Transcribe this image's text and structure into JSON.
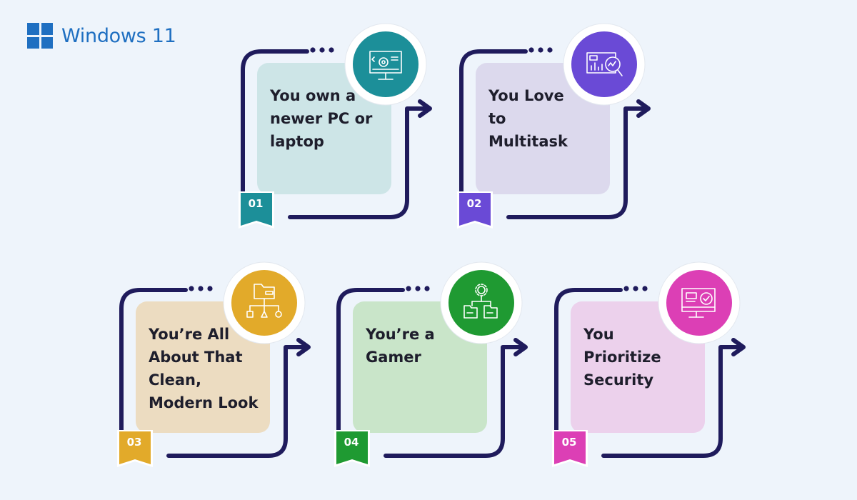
{
  "logo": {
    "text": "Windows 11",
    "color": "#1f6fc1",
    "icon": "windows-logo-icon"
  },
  "frame_color": "#1f1b5c",
  "cards": [
    {
      "number": "01",
      "text": "You own a\nnewer PC or\nlaptop",
      "panel_color": "#cde5e7",
      "accent": "#1c8f99",
      "icon": "presentation-screen-icon"
    },
    {
      "number": "02",
      "text": "You Love\nto\nMultitask",
      "panel_color": "#dcd9ed",
      "accent": "#6a4ad6",
      "icon": "analytics-chart-icon"
    },
    {
      "number": "03",
      "text": "You’re All\nAbout That\nClean,\nModern Look",
      "panel_color": "#ecdcc1",
      "accent": "#e2aa2a",
      "icon": "folder-hierarchy-icon"
    },
    {
      "number": "04",
      "text": "You’re a\nGamer",
      "panel_color": "#c9e5c9",
      "accent": "#1f9a32",
      "icon": "gear-network-icon"
    },
    {
      "number": "05",
      "text": "You\nPrioritize\nSecurity",
      "panel_color": "#ecd1ec",
      "accent": "#dc3fb5",
      "icon": "secure-monitor-icon"
    }
  ]
}
